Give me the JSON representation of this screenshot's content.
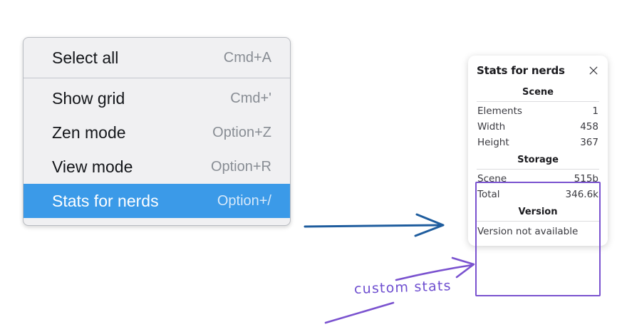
{
  "context_menu": {
    "groups": [
      {
        "items": [
          {
            "label": "Select all",
            "shortcut": "Cmd+A",
            "selected": false
          }
        ]
      },
      {
        "items": [
          {
            "label": "Show grid",
            "shortcut": "Cmd+'",
            "selected": false
          },
          {
            "label": "Zen mode",
            "shortcut": "Option+Z",
            "selected": false
          },
          {
            "label": "View mode",
            "shortcut": "Option+R",
            "selected": false
          },
          {
            "label": "Stats for nerds",
            "shortcut": "Option+/",
            "selected": true
          }
        ]
      }
    ],
    "selected_background": "#3b9ae8"
  },
  "stats_panel": {
    "title": "Stats for nerds",
    "close_icon": "close-icon",
    "sections": [
      {
        "title": "Scene",
        "rows": [
          {
            "key": "Elements",
            "value": "1"
          },
          {
            "key": "Width",
            "value": "458"
          },
          {
            "key": "Height",
            "value": "367"
          }
        ]
      },
      {
        "title": "Storage",
        "rows": [
          {
            "key": "Scene",
            "value": "515b"
          },
          {
            "key": "Total",
            "value": "346.6k"
          }
        ]
      },
      {
        "title": "Version",
        "note": "Version not available",
        "rows": []
      }
    ]
  },
  "annotations": {
    "highlight_color": "#7a52cf",
    "arrow_color": "#1f5d9e",
    "callout_text": "custom stats"
  }
}
